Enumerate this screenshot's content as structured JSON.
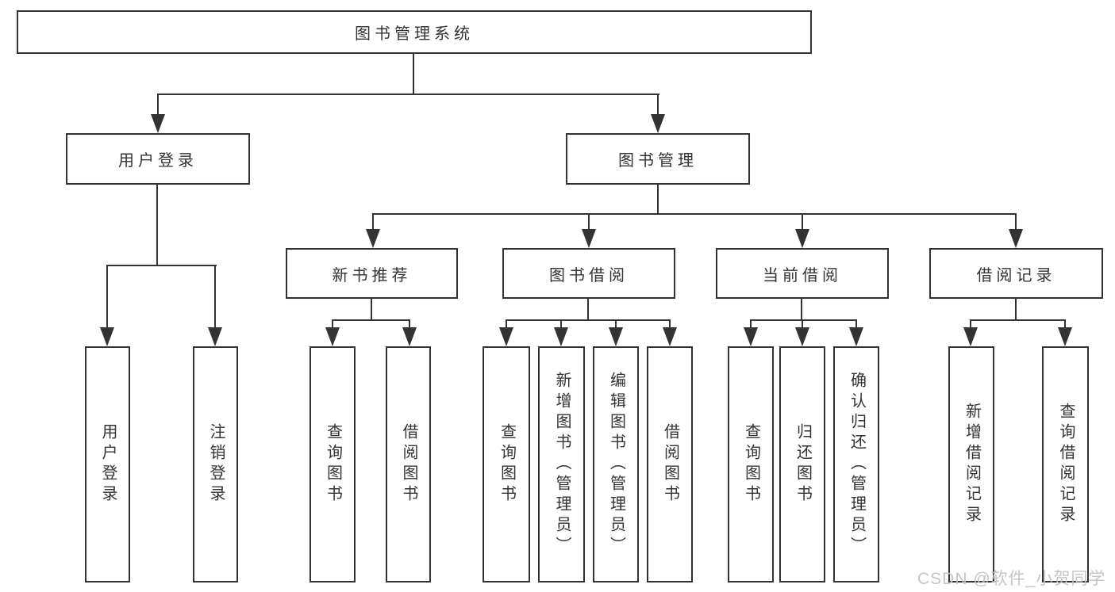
{
  "diagram": {
    "root": {
      "label": "图书管理系统"
    },
    "branches": [
      {
        "label": "用户登录",
        "children": [
          {
            "label": "用户登录"
          },
          {
            "label": "注销登录"
          }
        ]
      },
      {
        "label": "图书管理",
        "children": [
          {
            "label": "新书推荐",
            "children": [
              {
                "label": "查询图书"
              },
              {
                "label": "借阅图书"
              }
            ]
          },
          {
            "label": "图书借阅",
            "children": [
              {
                "label": "查询图书"
              },
              {
                "label": "新增图书（管理员）"
              },
              {
                "label": "编辑图书（管理员）"
              },
              {
                "label": "借阅图书"
              }
            ]
          },
          {
            "label": "当前借阅",
            "children": [
              {
                "label": "查询图书"
              },
              {
                "label": "归还图书"
              },
              {
                "label": "确认归还（管理员）"
              }
            ]
          },
          {
            "label": "借阅记录",
            "children": [
              {
                "label": "新增借阅记录"
              },
              {
                "label": "查询借阅记录"
              }
            ]
          }
        ]
      }
    ],
    "watermark": "CSDN @软件_小贺同学",
    "colors": {
      "line": "#333333",
      "text": "#333333",
      "background": "#ffffff",
      "watermark": "#c6c0c3"
    }
  }
}
